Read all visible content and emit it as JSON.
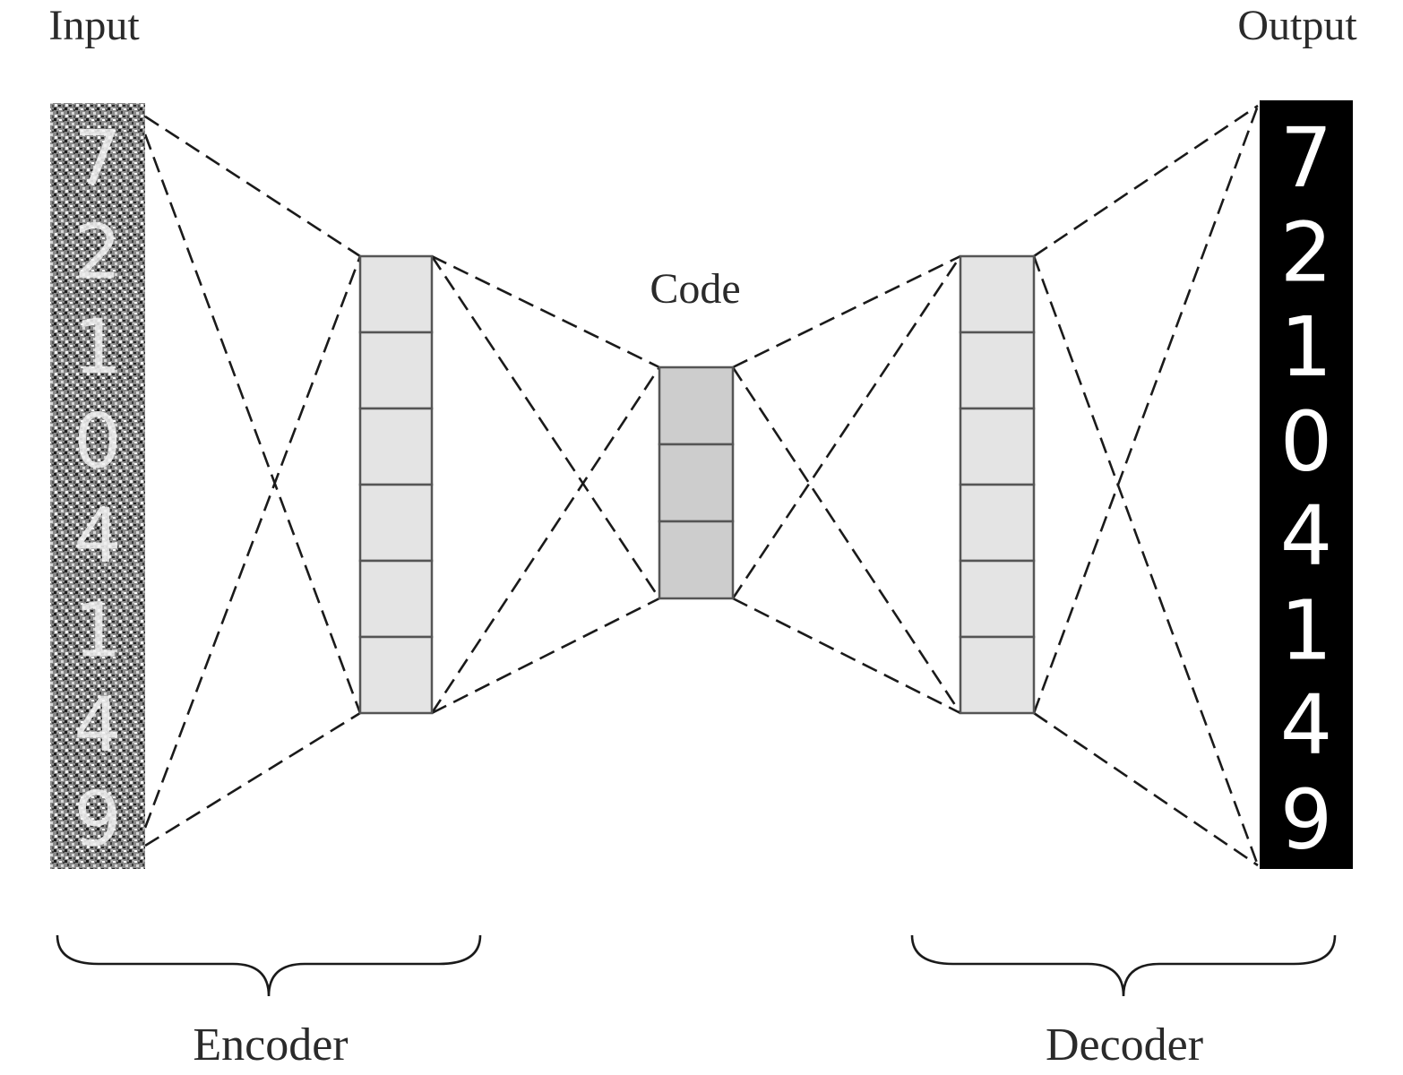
{
  "labels": {
    "input": "Input",
    "output": "Output",
    "code": "Code",
    "encoder": "Encoder",
    "decoder": "Decoder"
  },
  "layers": [
    {
      "id": "encoder-hidden",
      "units": 6
    },
    {
      "id": "code",
      "units": 3
    },
    {
      "id": "decoder-hidden",
      "units": 6
    }
  ],
  "input_digits": [
    "7",
    "2",
    "1",
    "0",
    "4",
    "1",
    "4",
    "9"
  ],
  "output_digits": [
    "7",
    "2",
    "1",
    "0",
    "4",
    "1",
    "4",
    "9"
  ],
  "colors": {
    "hidden_cell": "#e4e4e4",
    "code_cell": "#cdcdcd",
    "output_background": "#000000",
    "output_digit": "#ffffff"
  }
}
